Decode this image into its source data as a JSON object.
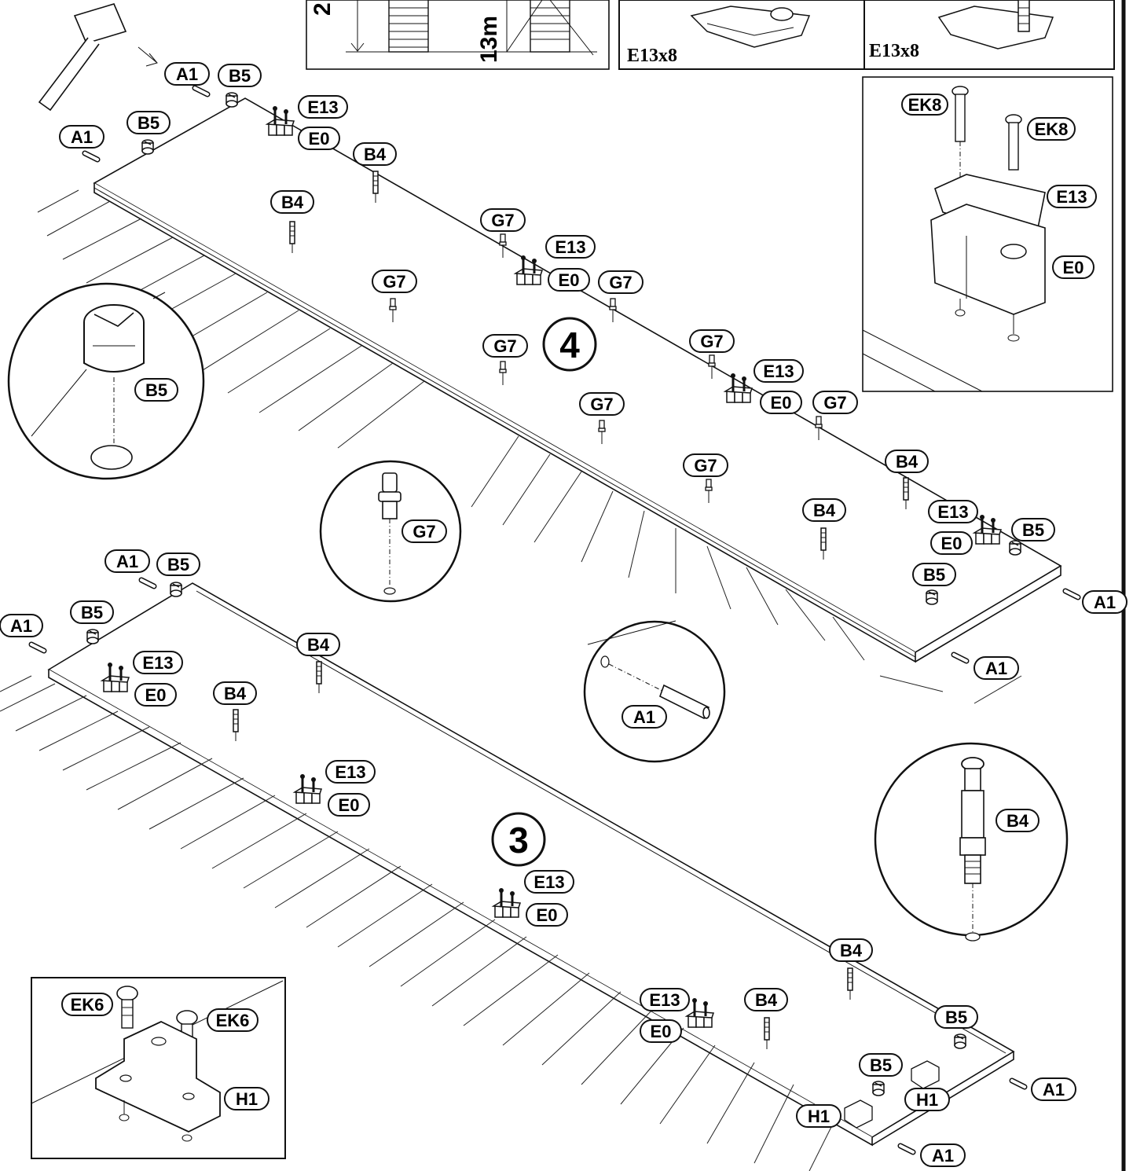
{
  "diagram": {
    "steps": [
      "4",
      "3"
    ],
    "top_insets": {
      "screw_length_label": "2",
      "depth_label": "13m",
      "plate_quantity": "E13x8",
      "plate_quantity_2": "E13x8"
    },
    "detail_hinge_plate": {
      "screw_label": "EK8",
      "screw_label_2": "EK8",
      "plate_label": "E13",
      "base_label": "E0"
    },
    "detail_bracket": {
      "screw_label": "EK6",
      "screw_label_2": "EK6",
      "bracket_label": "H1"
    },
    "detail_cam": {
      "label": "B5"
    },
    "detail_peg": {
      "label": "G7"
    },
    "detail_dowel": {
      "label": "A1"
    },
    "detail_bolt": {
      "label": "B4"
    },
    "part_labels": {
      "a1": "A1",
      "b5": "B5",
      "b4": "B4",
      "e13": "E13",
      "e0": "E0",
      "g7": "G7",
      "h1": "H1"
    }
  }
}
